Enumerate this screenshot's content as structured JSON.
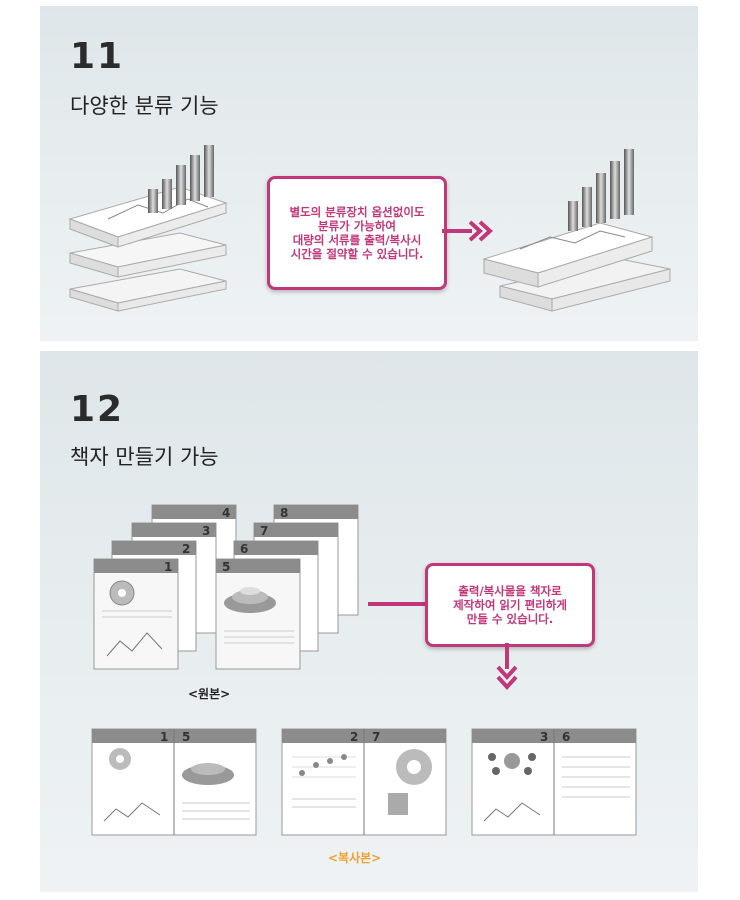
{
  "section11": {
    "number": "11",
    "title": "다양한 분류 기능",
    "callout_lines": [
      "별도의 분류장치 옵션없이도",
      "분류가 가능하여",
      "대량의 서류를 출력/복사시",
      "시간을 절약할 수 있습니다."
    ]
  },
  "section12": {
    "number": "12",
    "title": "책자 만들기 가능",
    "callout_lines": [
      "출력/복사물을 책자로",
      "제작하여 읽기 편리하게",
      "만들 수 있습니다."
    ],
    "original_caption": "<원본>",
    "copy_caption": "<복사본>",
    "stack1_pages": [
      "1",
      "2",
      "3",
      "4"
    ],
    "stack2_pages": [
      "5",
      "6",
      "7",
      "8"
    ],
    "booklets": [
      {
        "left": "1",
        "right": "5"
      },
      {
        "left": "2",
        "right": "7"
      },
      {
        "left": "3",
        "right": "6"
      }
    ]
  },
  "colors": {
    "accent": "#c0377a",
    "copy_caption": "#f0a030"
  }
}
